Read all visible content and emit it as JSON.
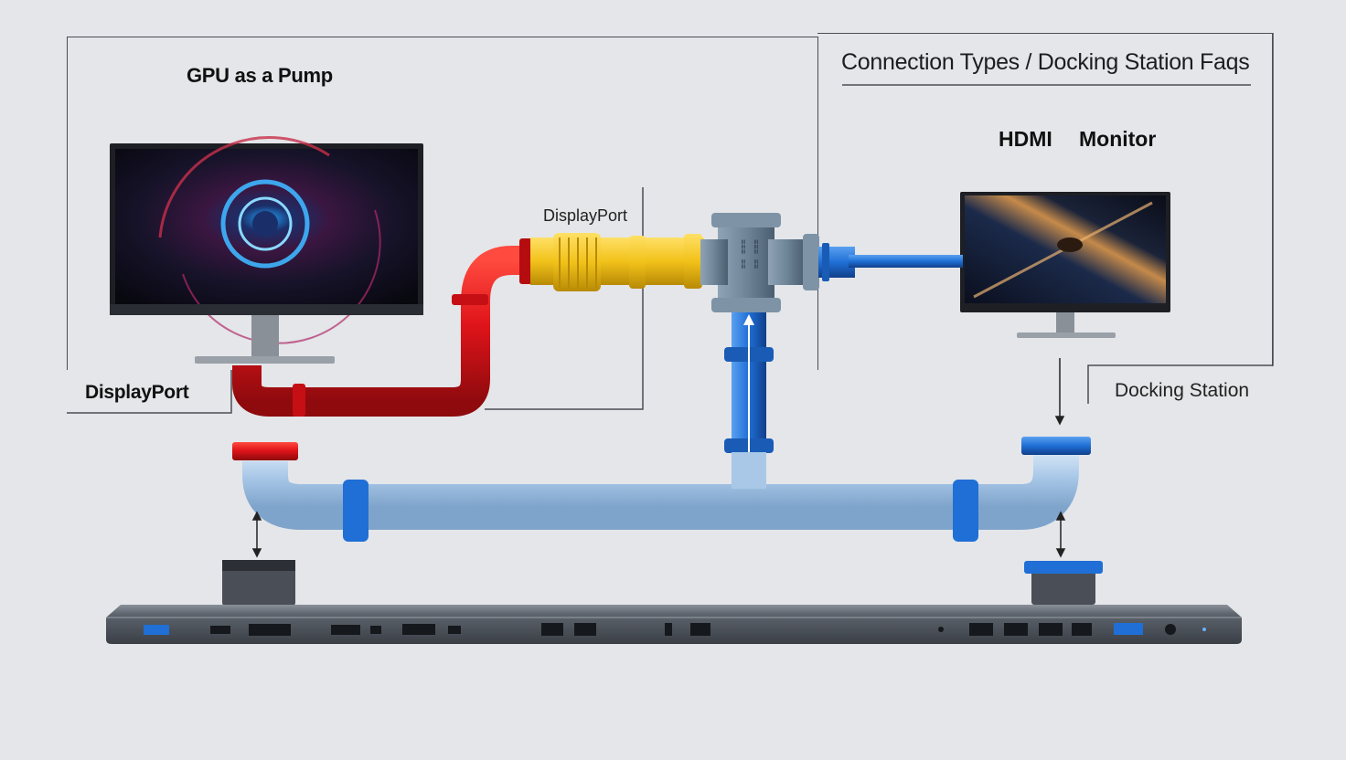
{
  "labels": {
    "gpu_title": "GPU as a Pump",
    "faq_title": "Connection Types / Docking Station Faqs",
    "hdmi": "HDMI",
    "monitor": "Monitor",
    "displayport_left": "DisplayPort",
    "displayport_mid": "DisplayPort",
    "docking_station": "Docking Station"
  },
  "colors": {
    "background": "#e4e6e9",
    "red_pipe": "#e0141a",
    "yellow_pipe": "#f2c21a",
    "blue_pipe": "#1f6fd6",
    "light_blue_pipe": "#a9c8e8",
    "gray_connector": "#6f8598",
    "laptop_body": "#4a4f57"
  },
  "icons": {
    "left_monitor": "monitor-icon",
    "right_monitor": "monitor-icon",
    "laptop": "laptop-icon",
    "pipe_junction": "pipe-tee-icon"
  }
}
